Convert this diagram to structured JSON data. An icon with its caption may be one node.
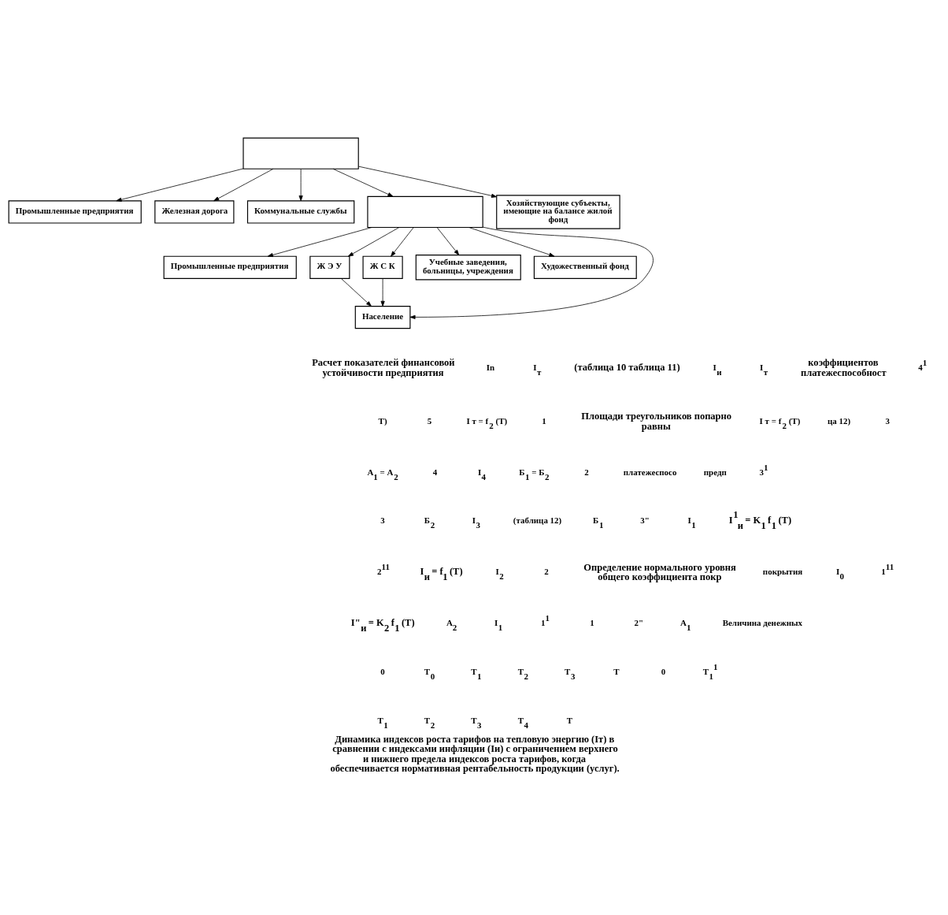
{
  "diagram": {
    "caption": "Динамика индексов роста тарифов на тепловую энергию (Iт) в сравнении с индексами инфляции (Iи) с ограничением верхнего и нижнего предела индексов роста тарифов, когда обеспечивается нормативная рентабельность продукции (услуг).",
    "nodes": [
      {
        "text": [],
        "shape": "box"
      },
      {
        "text": [
          "Промышленные предприятия"
        ]
      },
      {
        "text": [
          "Железная дорога"
        ]
      },
      {
        "text": [
          "Коммунальные службы"
        ]
      },
      {
        "text": [],
        "shape": "box"
      },
      {
        "text": [
          "Хозяйствующие субъекты, имеющие на балансе жилой фонд"
        ]
      },
      {
        "text": [
          "Промышленные предприятия"
        ]
      },
      {
        "text": [
          "Ж Э У"
        ]
      },
      {
        "text": [
          "Ж С К"
        ]
      },
      {
        "text": [
          "Учебные заведения, больницы, учреждения"
        ]
      },
      {
        "text": [
          "Художественный фонд"
        ]
      },
      {
        "text": [
          "Население"
        ]
      }
    ],
    "edges": [
      {
        "from": 0,
        "to": 1,
        "arrow": "to"
      },
      {
        "from": 0,
        "to": 2,
        "arrow": "to"
      },
      {
        "from": 0,
        "to": 3,
        "arrow": "to"
      },
      {
        "from": 0,
        "to": 4,
        "arrow": "to"
      },
      {
        "from": 0,
        "to": 5,
        "arrow": "to"
      },
      {
        "from": 4,
        "to": 6,
        "arrow": "to"
      },
      {
        "from": 4,
        "to": 7,
        "arrow": "to"
      },
      {
        "from": 4,
        "to": 8,
        "arrow": "to"
      },
      {
        "from": 4,
        "to": 11,
        "arrow": "to"
      },
      {
        "from": 4,
        "to": 9,
        "arrow": "to"
      },
      {
        "from": 4,
        "to": 10,
        "arrow": "to"
      },
      {
        "from": 7,
        "to": 11,
        "arrow": "to"
      },
      {
        "from": 8,
        "to": 11,
        "arrow": "to"
      }
    ],
    "labels": [
      "Расчет показателей финансовой устойчивости предприятия",
      "In",
      "I$_{т}$",
      "(таблица 10 таблица 11)",
      "I$_{и}$",
      "I$_{т}$",
      "коэффициентов платежеспособност",
      "4$^{1}$",
      "T)",
      "5",
      "I т = f$_{2}$ (T)",
      "1",
      "Площади треугольников попарно равны",
      "I т = f$_{2}$ (T)",
      "ца 12)",
      "3",
      "А$_{1}$ = А$_{2}$",
      "4",
      "I$_{4}$",
      "Б$_{1}$ = Б$_{2}$",
      "2",
      "платежеспосо",
      "предп",
      "3$^{1}$",
      "3",
      "Б$_{2}$",
      "I$_{3}$",
      "(таблица 12)",
      "Б$_{1}$",
      "3\"",
      "I$_{1}$",
      "I$^{1}$$_{и}$ = K$_{1}$ f$_{1}$ (T)",
      "2$^{11}$",
      "I$_{и}$ = f$_{1}$ (T)",
      "I$_{2}$",
      "2",
      "Определение нормального уровня общего коэффициента покр",
      "покрытия",
      "I$_{0}$",
      "1$^{11}$",
      "I\"$_{и}$ = K$_{2}$ f$_{1}$ (T)",
      "A$_{2}$",
      "I$_{1}$",
      "1$^{1}$",
      "1",
      "2\"",
      "A$_{1}$",
      "Величина денежных",
      "0",
      "T$_{0}$",
      "T$_{1}$",
      "T$_{2}$",
      "T$_{3}$",
      "T",
      "0",
      "T$_{1}$$^{1}$",
      "T$_{1}$",
      "T$_{2}$",
      "T$_{3}$",
      "T$_{4}$",
      "T"
    ]
  }
}
